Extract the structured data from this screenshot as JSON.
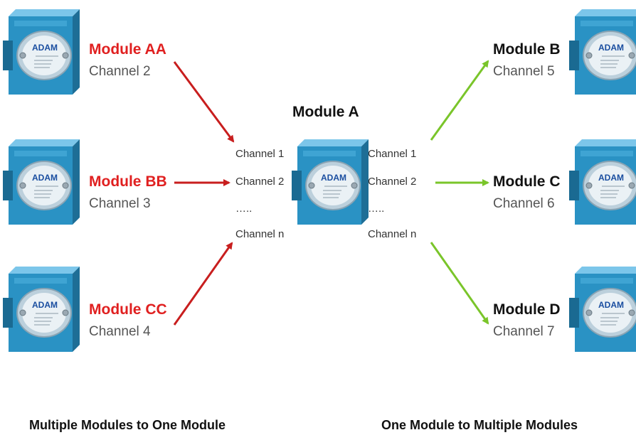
{
  "diagram": {
    "colors": {
      "red_arrow": "#c81e1e",
      "green_arrow": "#7ac52a",
      "module_body": "#2a92c4",
      "module_red_label": "#e02020"
    },
    "left_modules": [
      {
        "name": "Module AA",
        "channel": "Channel 2"
      },
      {
        "name": "Module BB",
        "channel": "Channel 3"
      },
      {
        "name": "Module CC",
        "channel": "Channel 4"
      }
    ],
    "right_modules": [
      {
        "name": "Module B",
        "channel": "Channel 5"
      },
      {
        "name": "Module C",
        "channel": "Channel 6"
      },
      {
        "name": "Module D",
        "channel": "Channel 7"
      }
    ],
    "center_module": {
      "name": "Module A",
      "left_channels": [
        "Channel 1",
        "Channel 2",
        "…..",
        "Channel n"
      ],
      "right_channels": [
        "Channel 1",
        "Channel 2",
        "…..",
        "Channel n"
      ]
    },
    "device_logo": "ADAM",
    "captions": {
      "left": "Multiple Modules to One Module",
      "right": "One Module to Multiple Modules"
    }
  }
}
